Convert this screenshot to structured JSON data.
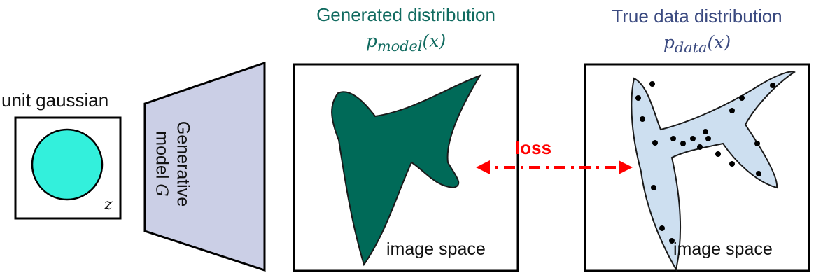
{
  "latent": {
    "label": "unit gaussian",
    "variable": "z",
    "fill_color": "#33f0dc"
  },
  "generator": {
    "line1": "Generative",
    "line2": "model",
    "symbol": "G",
    "fill_color": "#cbcfe6"
  },
  "generated": {
    "title": "Generated distribution",
    "formula": "p_model(x)",
    "formula_main": "p",
    "formula_sub": "model",
    "formula_arg": "(x)",
    "space_label": "image space",
    "color": "#116b60",
    "fill_color": "#006a58"
  },
  "true_data": {
    "title": "True data distribution",
    "formula": "p_data(x)",
    "formula_main": "p",
    "formula_sub": "data",
    "formula_arg": "(x)",
    "space_label": "image space",
    "color": "#3b4a80",
    "fill_color": "#cddff0",
    "sample_count": 20
  },
  "loss": {
    "label": "loss",
    "color": "#ff0000"
  }
}
